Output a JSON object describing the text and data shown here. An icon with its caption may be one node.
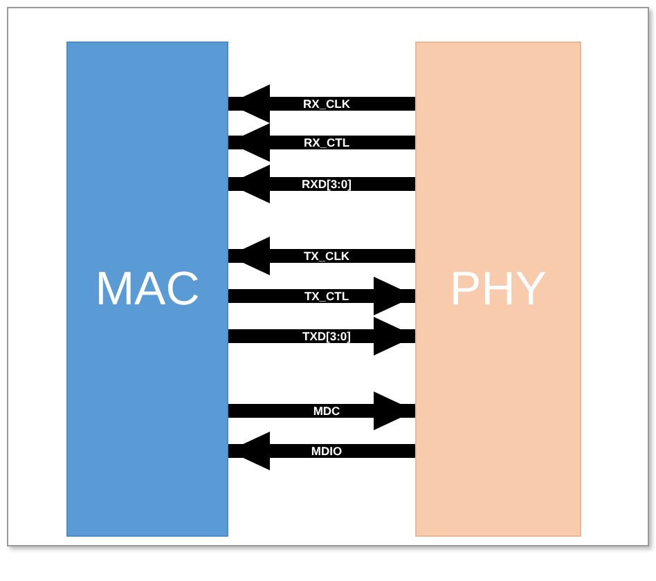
{
  "diagram": {
    "nodes": [
      {
        "text": [
          "MAC"
        ]
      },
      {
        "text": [
          "PHY"
        ]
      }
    ],
    "edges": [
      {
        "from": 1,
        "to": 0,
        "arrow": "to",
        "label": "RX_CLK"
      },
      {
        "from": 1,
        "to": 0,
        "arrow": "to",
        "label": "RX_CTL"
      },
      {
        "from": 1,
        "to": 0,
        "arrow": "to",
        "label": "RXD[3:0]"
      },
      {
        "from": 1,
        "to": 0,
        "arrow": "to",
        "label": "TX_CLK"
      },
      {
        "from": 0,
        "to": 1,
        "arrow": "to",
        "label": "TX_CTL"
      },
      {
        "from": 0,
        "to": 1,
        "arrow": "to",
        "label": "TXD[3:0]"
      },
      {
        "from": 0,
        "to": 1,
        "arrow": "to",
        "label": "MDC"
      },
      {
        "from": 1,
        "to": 0,
        "arrow": "to",
        "label": "MDIO"
      }
    ]
  }
}
